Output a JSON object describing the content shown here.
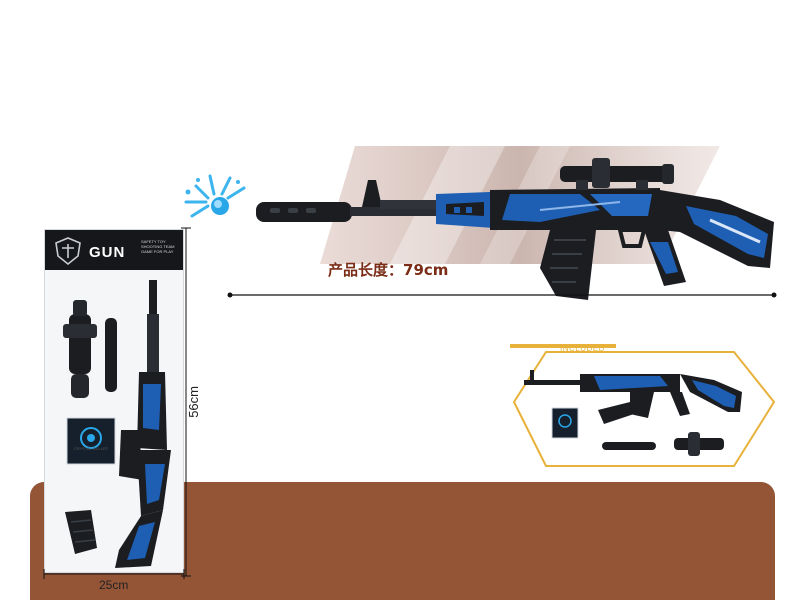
{
  "product_length_label": "产品长度：79cm",
  "package": {
    "brand": "GUN",
    "tagline": "SAFETY TOY SHOOTING TEAM GAME FOR PLAY",
    "subline": "",
    "bullets_label": "CRYSTAL BULLET"
  },
  "dimensions": {
    "height": "56cm",
    "width": "25cm"
  },
  "included_label": "INCLUDED",
  "colors": {
    "gun_blue": "#1e5fb4",
    "gun_black": "#1b1d21",
    "floor_brown": "#945537",
    "accent_gold": "#e7b13a",
    "label_red": "#7a2c16",
    "splash_blue": "#2aa7e8"
  }
}
